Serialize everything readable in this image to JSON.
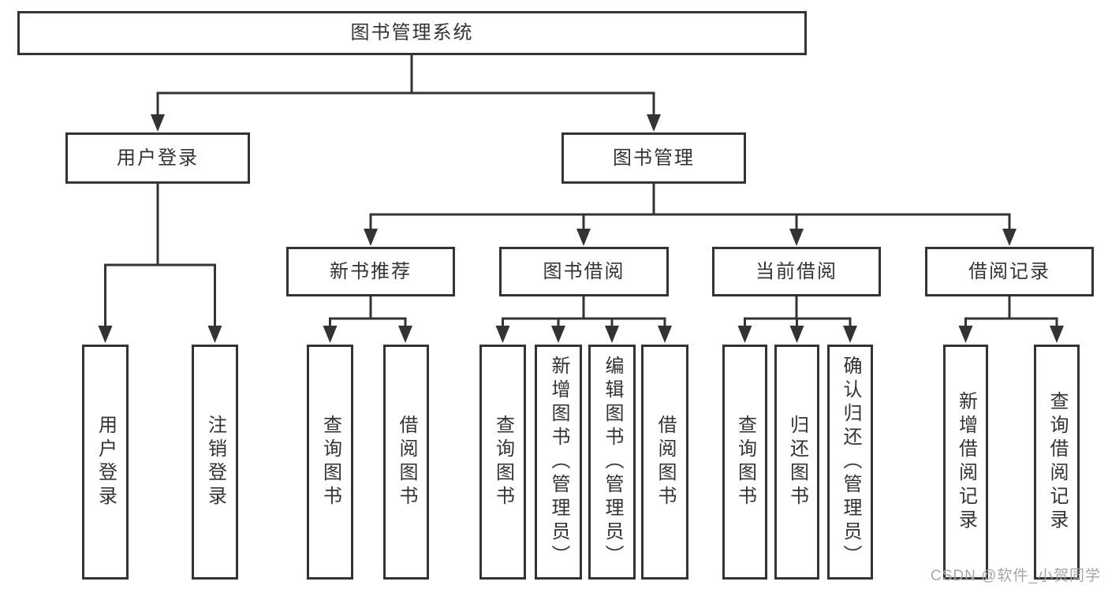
{
  "tree": {
    "root": "图书管理系统",
    "user_login": {
      "label": "用户登录",
      "children": [
        "用户登录",
        "注销登录"
      ]
    },
    "book_mgmt": {
      "label": "图书管理",
      "children": {
        "new_book": {
          "label": "新书推荐",
          "children": [
            "查询图书",
            "借阅图书"
          ]
        },
        "book_borrow": {
          "label": "图书借阅",
          "children": [
            "查询图书",
            "新增图书（管理员）",
            "编辑图书（管理员）",
            "借阅图书"
          ]
        },
        "current_borrow": {
          "label": "当前借阅",
          "children": [
            "查询图书",
            "归还图书",
            "确认归还（管理员）"
          ]
        },
        "borrow_record": {
          "label": "借阅记录",
          "children": [
            "新增借阅记录",
            "查询借阅记录"
          ]
        }
      }
    }
  },
  "watermark": "CSDN @软件_小贺同学",
  "colors": {
    "line": "#333333",
    "text": "#333333",
    "box_background": "#ffffff",
    "page_background": "#ffffff",
    "watermark": "#a6a6a6"
  }
}
